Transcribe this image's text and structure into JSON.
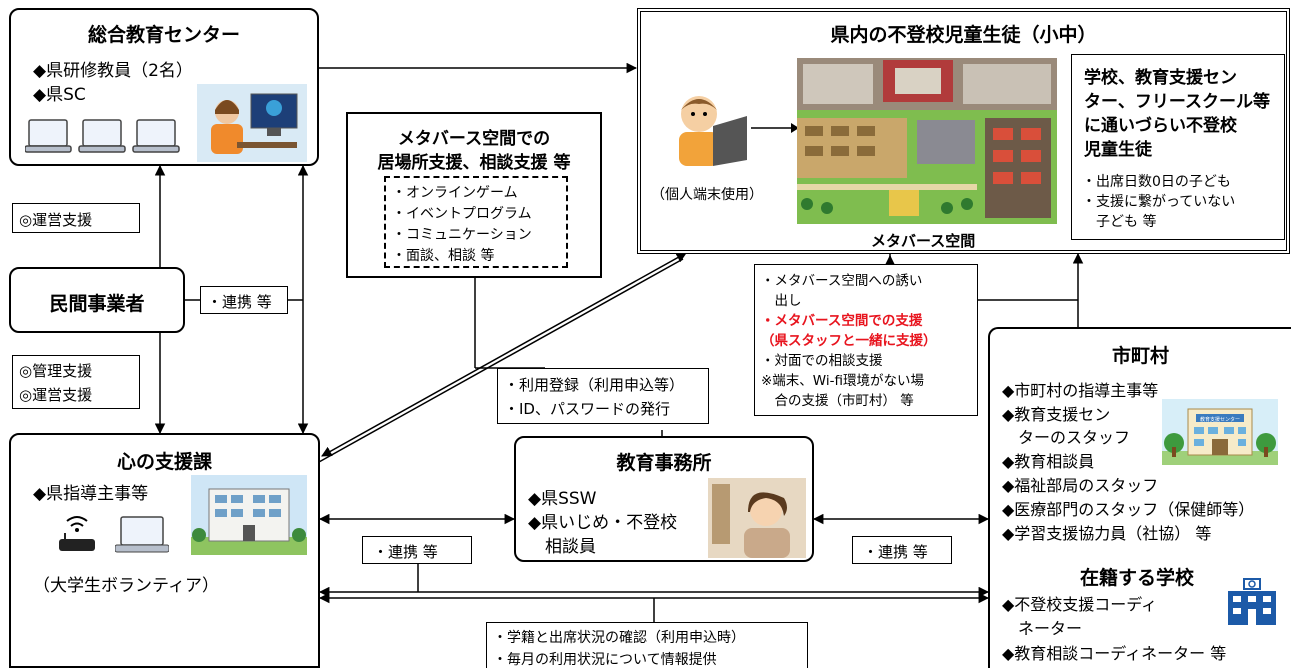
{
  "center": {
    "title": "総合教育センター",
    "items": [
      "◆県研修教員（2名）",
      "◆県SC"
    ]
  },
  "mirai": {
    "title": "県内の不登校児童生徒（小中）",
    "device_label": "（個人端末使用）",
    "metaverse_label": "メタバース空間",
    "desc_title_lines": [
      "学校、教育支援セン",
      "ター、フリースクール等",
      "に通いづらい不登校",
      "児童生徒"
    ],
    "desc_items": [
      "・出席日数0日の子ども",
      "・支援に繋がっていない",
      "　子ども 等"
    ]
  },
  "support": {
    "title_lines": [
      "メタバース空間での",
      "居場所支援、相談支援 等"
    ],
    "items": [
      "・オンラインゲーム",
      "・イベントプログラム",
      "・コミュニケーション",
      "・面談、相談 等"
    ]
  },
  "private": {
    "title": "民間事業者"
  },
  "labels": {
    "unei": "◎運営支援",
    "renkei1": "・連携 等",
    "kanri_lines": [
      "◎管理支援",
      "◎運営支援"
    ],
    "registration_lines": [
      "・利用登録（利用申込等）",
      "・ID、パスワードの発行"
    ],
    "renkei2": "・連携 等",
    "renkei3": "・連携 等",
    "bottom_lines": [
      "・学籍と出席状況の確認（利用申込時）",
      "・毎月の利用状況について情報提供"
    ]
  },
  "muni_support": {
    "lines": [
      "・メタバース空間への誘い",
      "　出し"
    ],
    "red_lines": [
      "・メタバース空間での支援",
      "（県スタッフと一緒に支援）"
    ],
    "rest_lines": [
      "・対面での相談支援",
      "※端末、Wi-fi環境がない場",
      "　合の支援（市町村） 等"
    ]
  },
  "kokoro": {
    "title": "心の支援課",
    "item": "◆県指導主事等",
    "volunteer": "（大学生ボランティア）"
  },
  "office": {
    "title": "教育事務所",
    "items": [
      "◆県SSW",
      "◆県いじめ・不登校",
      "　相談員"
    ]
  },
  "muni": {
    "title": "市町村",
    "items": [
      "◆市町村の指導主事等",
      "◆教育支援セン",
      "　ターのスタッフ",
      "◆教育相談員",
      "◆福祉部局のスタッフ",
      "◆医療部門のスタッフ（保健師等）",
      "◆学習支援協力員（社協） 等"
    ],
    "building_sign": "教育支援センター"
  },
  "school": {
    "title": "在籍する学校",
    "items": [
      "◆不登校支援コーディ",
      "　ネーター",
      "◆教育相談コーディネーター 等"
    ]
  }
}
